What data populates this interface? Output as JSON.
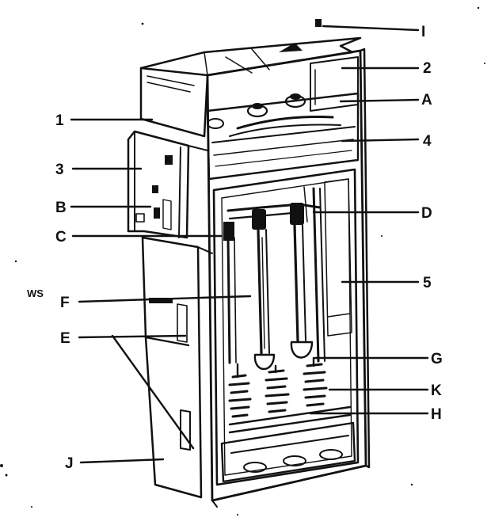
{
  "colors": {
    "ink": "#111111",
    "paper": "#ffffff",
    "shade": "#d6d6d6"
  },
  "labels": {
    "I": "I",
    "n2": "2",
    "A": "A",
    "n4": "4",
    "D": "D",
    "n5": "5",
    "G": "G",
    "K": "K",
    "H": "H",
    "n1": "1",
    "n3": "3",
    "B": "B",
    "C": "C",
    "WS": "WS",
    "F": "F",
    "E": "E",
    "J": "J"
  }
}
